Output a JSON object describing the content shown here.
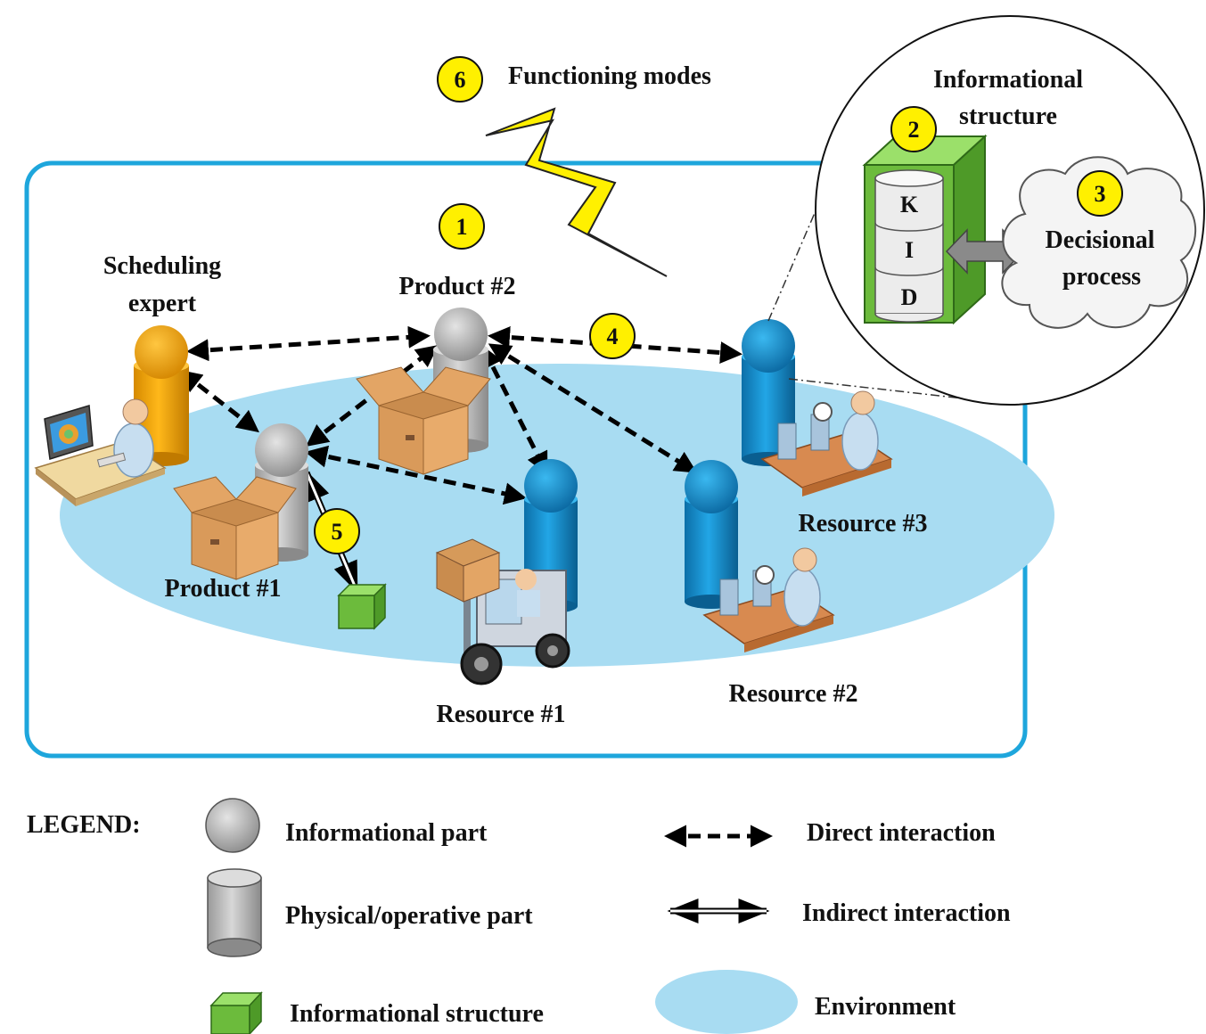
{
  "title": "Functioning modes",
  "badges": [
    "1",
    "2",
    "3",
    "4",
    "5",
    "6"
  ],
  "labels": {
    "scheduling_expert_line1": "Scheduling",
    "scheduling_expert_line2": "expert",
    "product2": "Product #2",
    "product1": "Product #1",
    "resource1": "Resource #1",
    "resource2": "Resource #2",
    "resource3": "Resource #3",
    "info_structure_line1": "Informational",
    "info_structure_line2": "structure",
    "decisional_line1": "Decisional",
    "decisional_line2": "process"
  },
  "kid": [
    "K",
    "I",
    "D"
  ],
  "legend": {
    "title": "LEGEND:",
    "informational_part": "Informational part",
    "physical_part": "Physical/operative part",
    "informational_structure": "Informational structure",
    "direct_interaction": "Direct interaction",
    "indirect_interaction": "Indirect interaction",
    "environment": "Environment"
  },
  "colors": {
    "environment": "#a8dcf2",
    "frame": "#1ea6dc",
    "expert": "#f5a600",
    "product": "#bdbdbd",
    "resource": "#1a99d9",
    "info_structure": "#6cbb3c",
    "badge": "#fff000",
    "lightning": "#fff000"
  }
}
